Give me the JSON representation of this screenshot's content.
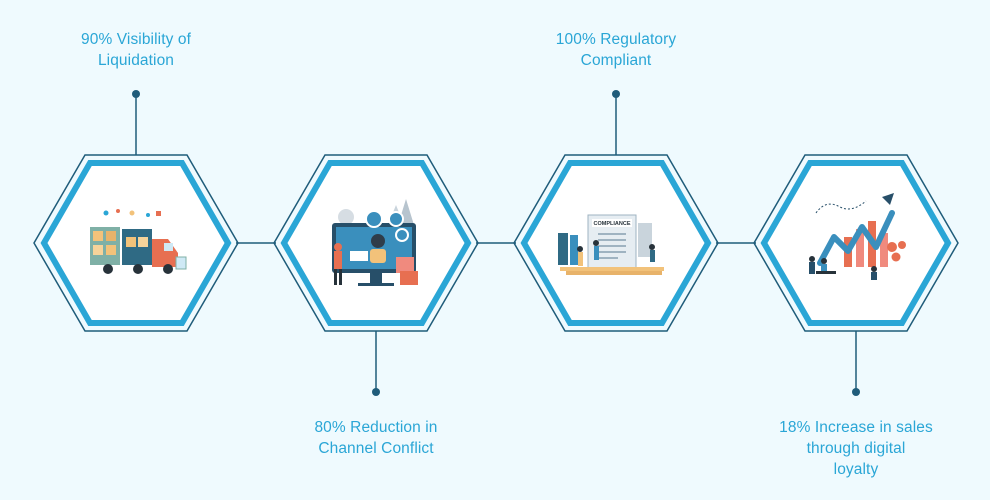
{
  "colors": {
    "background": "#effafe",
    "accent": "#2aa6d6",
    "outline": "#1f5c7a",
    "hex_fill": "#ffffff"
  },
  "metrics": [
    {
      "lines": [
        "90% Visibility of",
        "Liquidation"
      ],
      "illustration": "delivery-truck-warehouse-illustration",
      "caption_position": "top"
    },
    {
      "lines": [
        "80% Reduction in",
        "Channel Conflict"
      ],
      "illustration": "computer-workstation-illustration",
      "caption_position": "bottom"
    },
    {
      "lines": [
        "100% Regulatory",
        "Compliant"
      ],
      "illustration": "compliance-document-illustration",
      "caption_position": "top"
    },
    {
      "lines": [
        "18% Increase in sales",
        "through digital",
        "loyalty"
      ],
      "illustration": "sales-growth-chart-illustration",
      "caption_position": "bottom"
    }
  ],
  "compliance_doc_title": "COMPLIANCE"
}
